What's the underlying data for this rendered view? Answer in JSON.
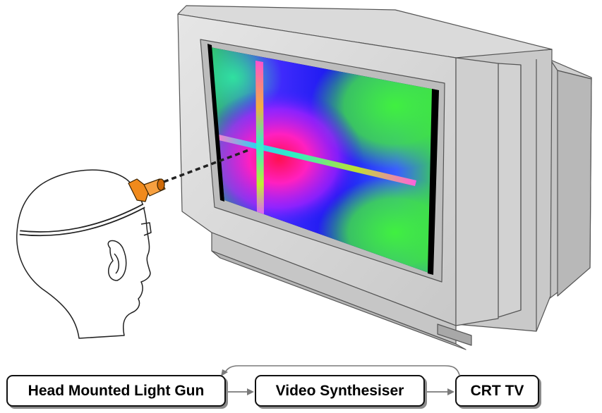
{
  "diagram": {
    "nodes": [
      {
        "id": "gun",
        "label": "Head Mounted Light Gun"
      },
      {
        "id": "synth",
        "label": "Video Synthesiser"
      },
      {
        "id": "crt",
        "label": "CRT TV"
      }
    ],
    "edges": [
      {
        "from": "gun",
        "to": "synth"
      },
      {
        "from": "synth",
        "to": "crt"
      },
      {
        "from": "crt",
        "to": "gun"
      }
    ]
  },
  "illustration": {
    "head_icon": "head-with-headband-icon",
    "light_gun_icon": "orange-light-gun-icon",
    "tv_icon": "crt-television-icon",
    "colors": {
      "light_gun": "#f08a1c",
      "tv_body": "#d4d4d4",
      "screen_green": "#39e03c",
      "screen_blue": "#1c1cf0",
      "screen_magenta": "#ff2bd0",
      "crosshair_cyan": "#22e6d6"
    }
  }
}
